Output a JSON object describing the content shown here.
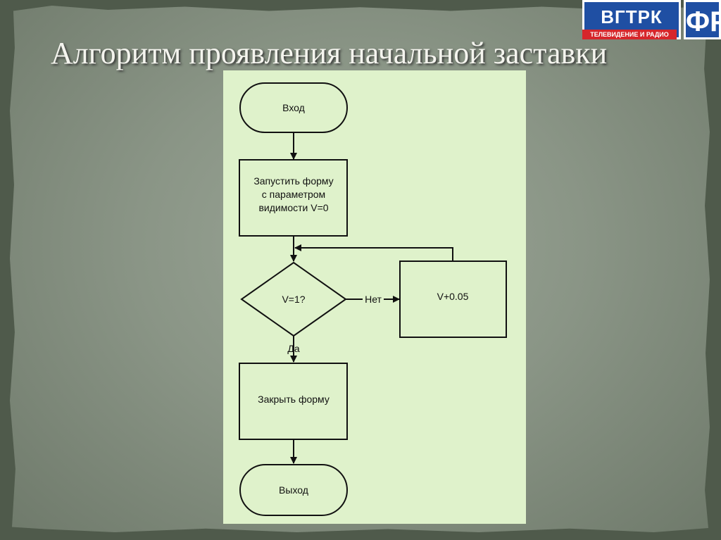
{
  "slide": {
    "title": "Алгоритм проявления начальной заставки"
  },
  "logo": {
    "main": "ВГТРК",
    "sub": "ТЕЛЕВИДЕНИЕ И РАДИО",
    "mark": "ФР"
  },
  "flowchart": {
    "nodes": {
      "start": "Вход",
      "process1_line1": "Запустить форму",
      "process1_line2": "с параметром",
      "process1_line3": "видимости V=0",
      "decision": "V=1?",
      "increment": "V+0.05",
      "close": "Закрыть форму",
      "end": "Выход"
    },
    "edges": {
      "no_label": "Нет",
      "yes_label": "Да"
    }
  },
  "colors": {
    "diagram_bg": "#dff2cb",
    "stroke": "#111111",
    "title_text": "#f4f4ee"
  }
}
